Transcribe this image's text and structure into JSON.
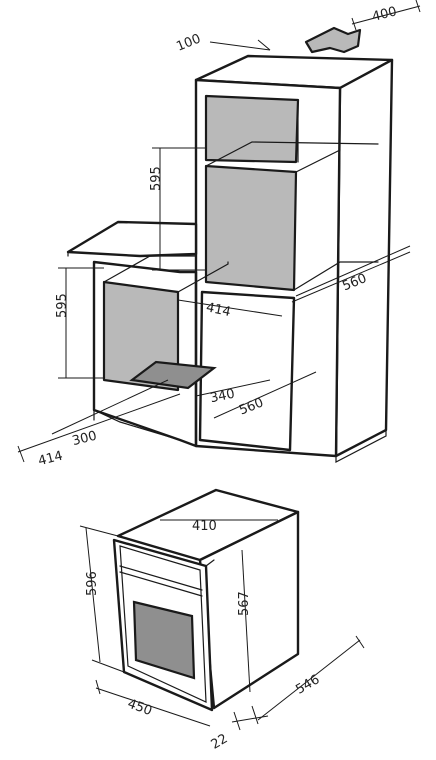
{
  "dimensions": {
    "top_arrow_depth": "400",
    "top_gap": "100",
    "column_niche_height": "595",
    "column_depth": "560",
    "column_niche_width": "414",
    "undercounter_niche_height": "595",
    "undercounter_depth": "560",
    "undercounter_niche_width": "414",
    "vent_depth": "340",
    "vent_width": "300",
    "oven_width_top": "410",
    "oven_height": "596",
    "oven_body_height": "567",
    "oven_front_width": "450",
    "oven_depth": "546",
    "door_thickness": "22"
  },
  "colors": {
    "line": "#1a1a1a",
    "niche_fill": "#b9b9b9",
    "window_fill": "#8f8f8f"
  }
}
